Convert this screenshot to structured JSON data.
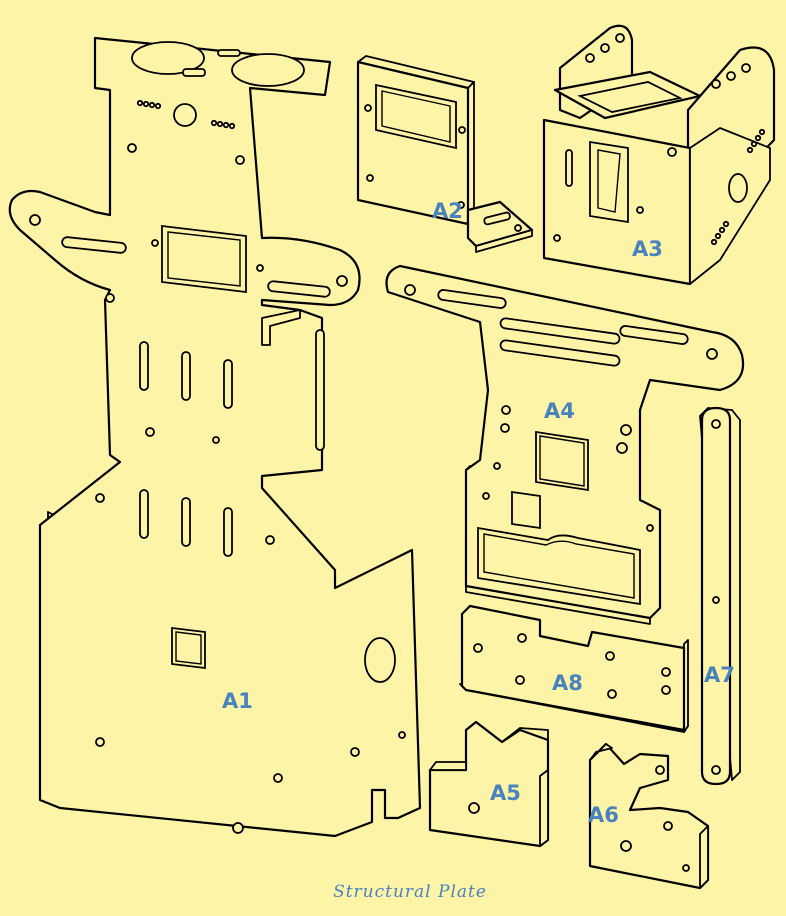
{
  "parts": [
    {
      "id": "A1",
      "label": "A1"
    },
    {
      "id": "A2",
      "label": "A2"
    },
    {
      "id": "A3",
      "label": "A3"
    },
    {
      "id": "A4",
      "label": "A4"
    },
    {
      "id": "A5",
      "label": "A5"
    },
    {
      "id": "A6",
      "label": "A6"
    },
    {
      "id": "A7",
      "label": "A7"
    },
    {
      "id": "A8",
      "label": "A8"
    }
  ],
  "caption": "Structural Plate"
}
